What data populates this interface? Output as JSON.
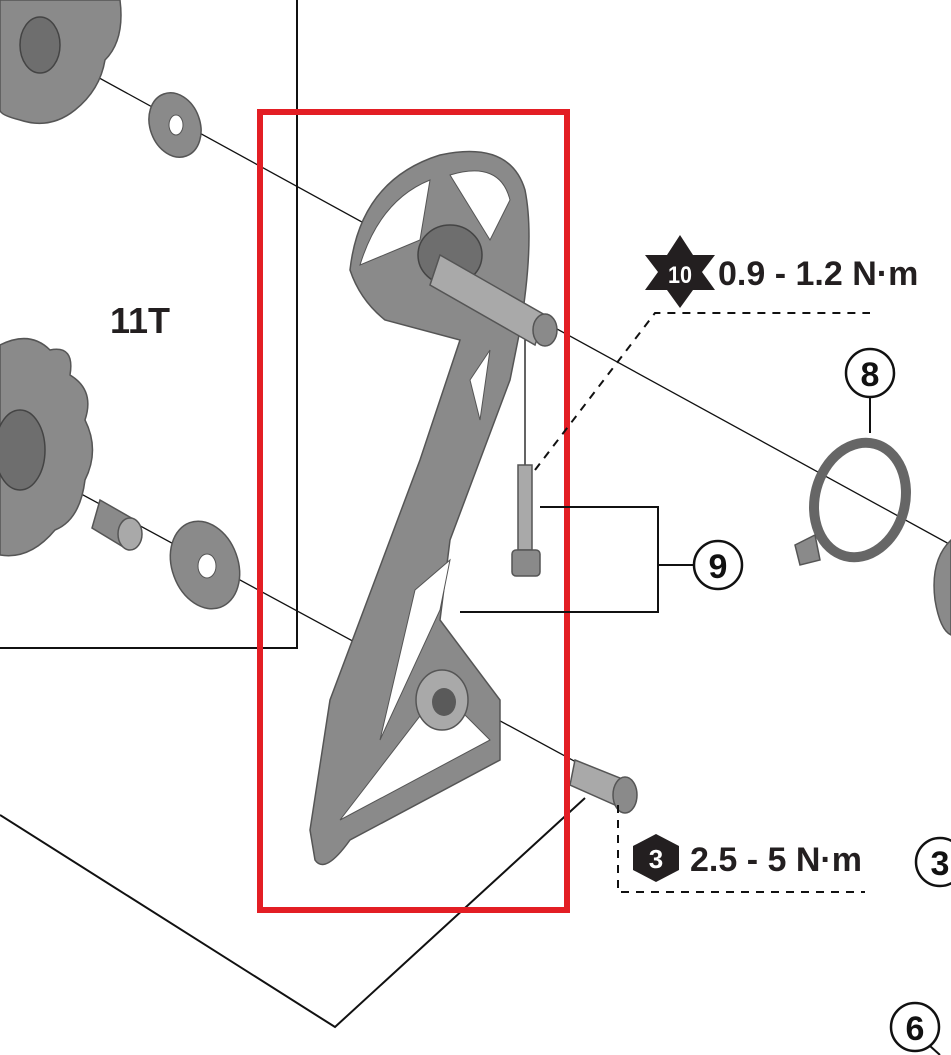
{
  "diagram": {
    "cog_label": "11T",
    "torque_top": {
      "icon": "star-bit-icon",
      "bit_size": "10",
      "value": "0.9 - 1.2 N·m"
    },
    "torque_bottom": {
      "icon": "hex-bit-icon",
      "bit_size": "3",
      "value": "2.5 - 5 N·m"
    },
    "callouts": [
      "8",
      "9",
      "3",
      "6"
    ],
    "highlight_color": "#e31e24",
    "part_color": "#8a8a8a"
  }
}
